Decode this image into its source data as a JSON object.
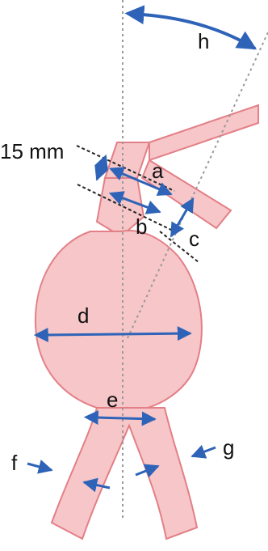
{
  "labels": {
    "measure_15mm": "15 mm",
    "a": "a",
    "b": "b",
    "c": "c",
    "d": "d",
    "e": "e",
    "f": "f",
    "g": "g",
    "h": "h"
  },
  "colors": {
    "vessel_fill": "#F6C6C9",
    "vessel_stroke": "#E37F86",
    "arrow_blue": "#2E63B8",
    "axis_gray": "#9A9A9A",
    "dash_black": "#222222",
    "text": "#111111",
    "background": "#FFFFFF"
  }
}
